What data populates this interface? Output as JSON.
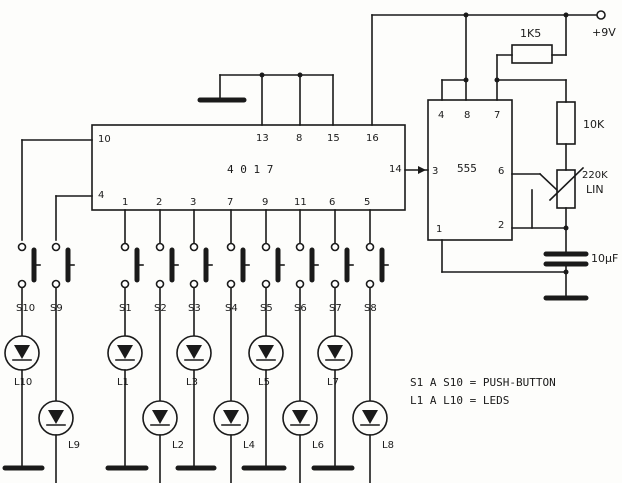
{
  "supply": {
    "label": "+9V"
  },
  "ic4017": {
    "name": "4 0 1 7",
    "pins": {
      "p10": "10",
      "p4": "4",
      "p13": "13",
      "p8": "8",
      "p15": "15",
      "p16": "16",
      "p14": "14",
      "p1": "1",
      "p2": "2",
      "p3": "3",
      "p7": "7",
      "p9": "9",
      "p11": "11",
      "p6": "6",
      "p5": "5"
    }
  },
  "ic555": {
    "name": "555",
    "pins": {
      "p4": "4",
      "p8": "8",
      "p7": "7",
      "p3": "3",
      "p6": "6",
      "p1": "1",
      "p2": "2"
    }
  },
  "components": {
    "r1": "1K5",
    "r2": "10K",
    "pot_value": "220K",
    "pot_type": "LIN",
    "cap": "10µF"
  },
  "switches": [
    "S10",
    "S9",
    "S1",
    "S2",
    "S3",
    "S4",
    "S5",
    "S6",
    "S7",
    "S8"
  ],
  "leds": [
    "L10",
    "L9",
    "L1",
    "L2",
    "L3",
    "L4",
    "L5",
    "L6",
    "L7",
    "L8"
  ],
  "legend": {
    "line1": "S1 A S10 = PUSH-BUTTON",
    "line2": "L1 A L10 = LEDS"
  }
}
